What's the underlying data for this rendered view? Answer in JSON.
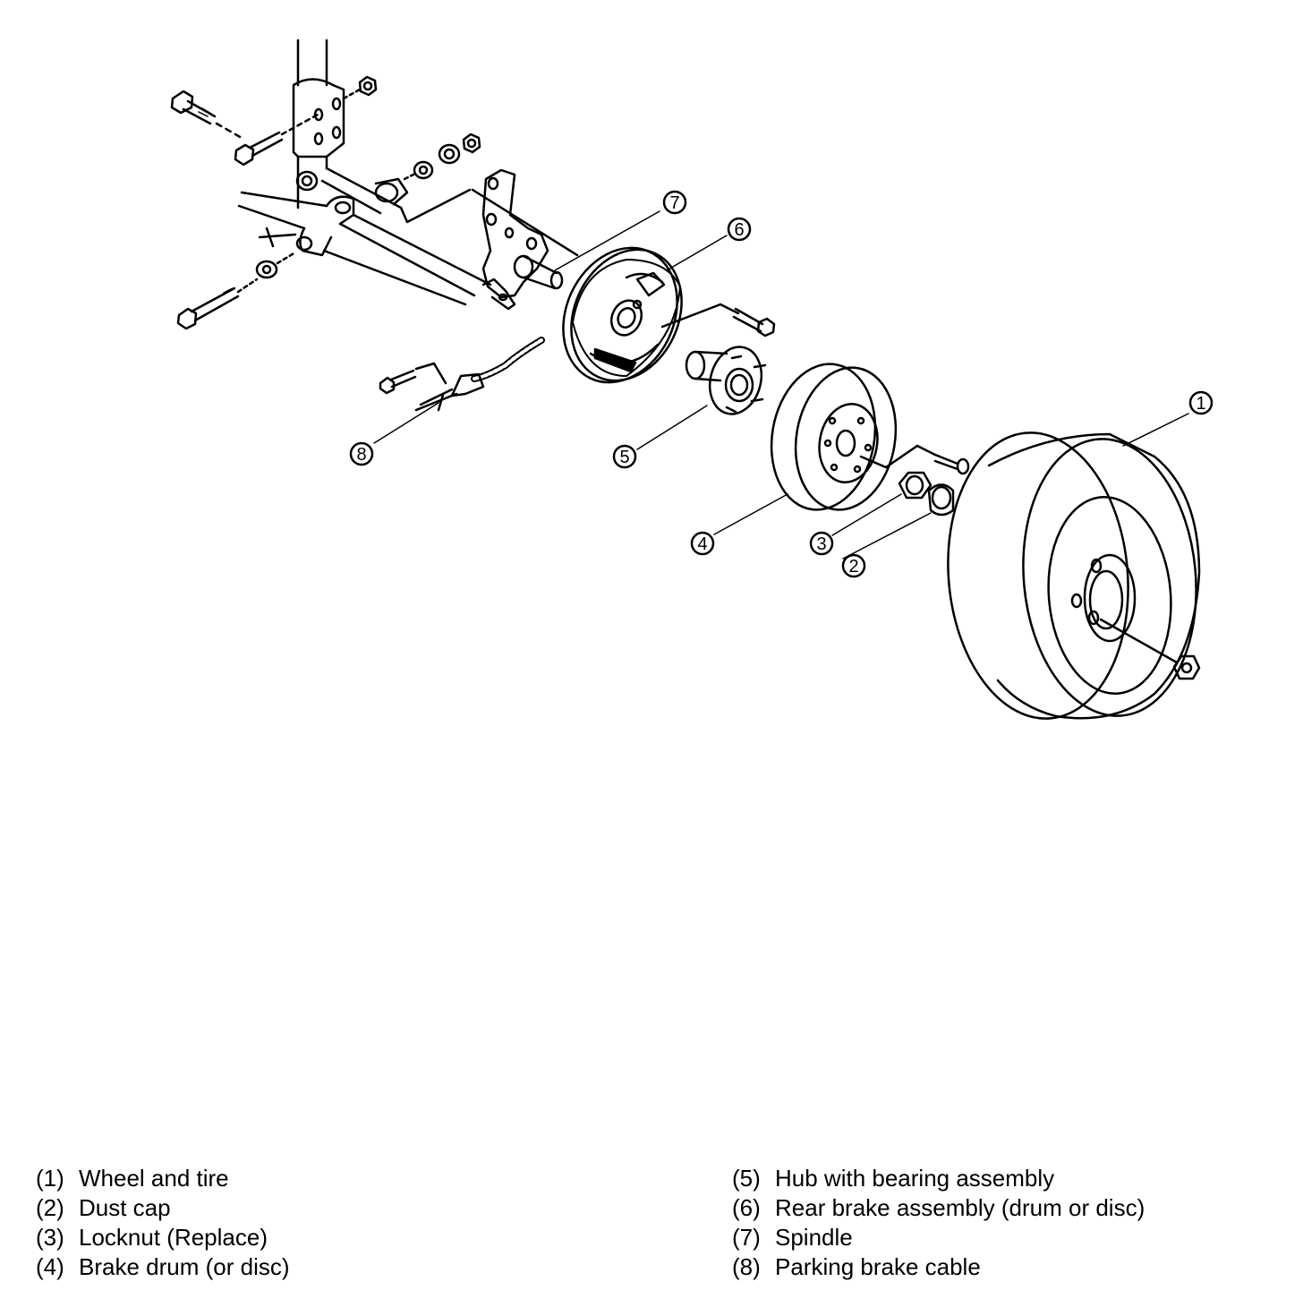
{
  "callouts": [
    "1",
    "2",
    "3",
    "4",
    "5",
    "6",
    "7",
    "8"
  ],
  "legend": {
    "left": [
      {
        "num": "(1)",
        "label": "Wheel and tire"
      },
      {
        "num": "(2)",
        "label": "Dust cap"
      },
      {
        "num": "(3)",
        "label": "Locknut (Replace)"
      },
      {
        "num": "(4)",
        "label": "Brake drum (or disc)"
      }
    ],
    "right": [
      {
        "num": "(5)",
        "label": "Hub with bearing assembly"
      },
      {
        "num": "(6)",
        "label": "Rear brake assembly (drum or disc)"
      },
      {
        "num": "(7)",
        "label": "Spindle"
      },
      {
        "num": "(8)",
        "label": "Parking brake cable"
      }
    ]
  }
}
